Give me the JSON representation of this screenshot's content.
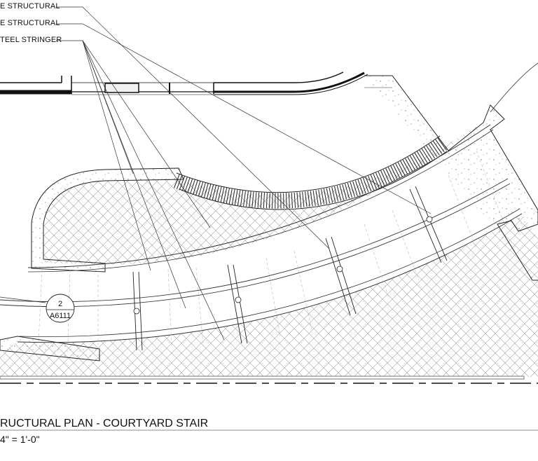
{
  "callouts": [
    {
      "label": "E STRUCTURAL"
    },
    {
      "label": "E STRUCTURAL"
    },
    {
      "label": "TEEL STRINGER"
    }
  ],
  "section_tag": {
    "number": "2",
    "sheet": "A6111"
  },
  "drawing_title": "RUCTURAL PLAN - COURTYARD STAIR",
  "drawing_scale": "4\" = 1'-0\"",
  "colors": {
    "line": "#111111",
    "hatch": "#9a9a9a",
    "concrete": "#777777"
  }
}
